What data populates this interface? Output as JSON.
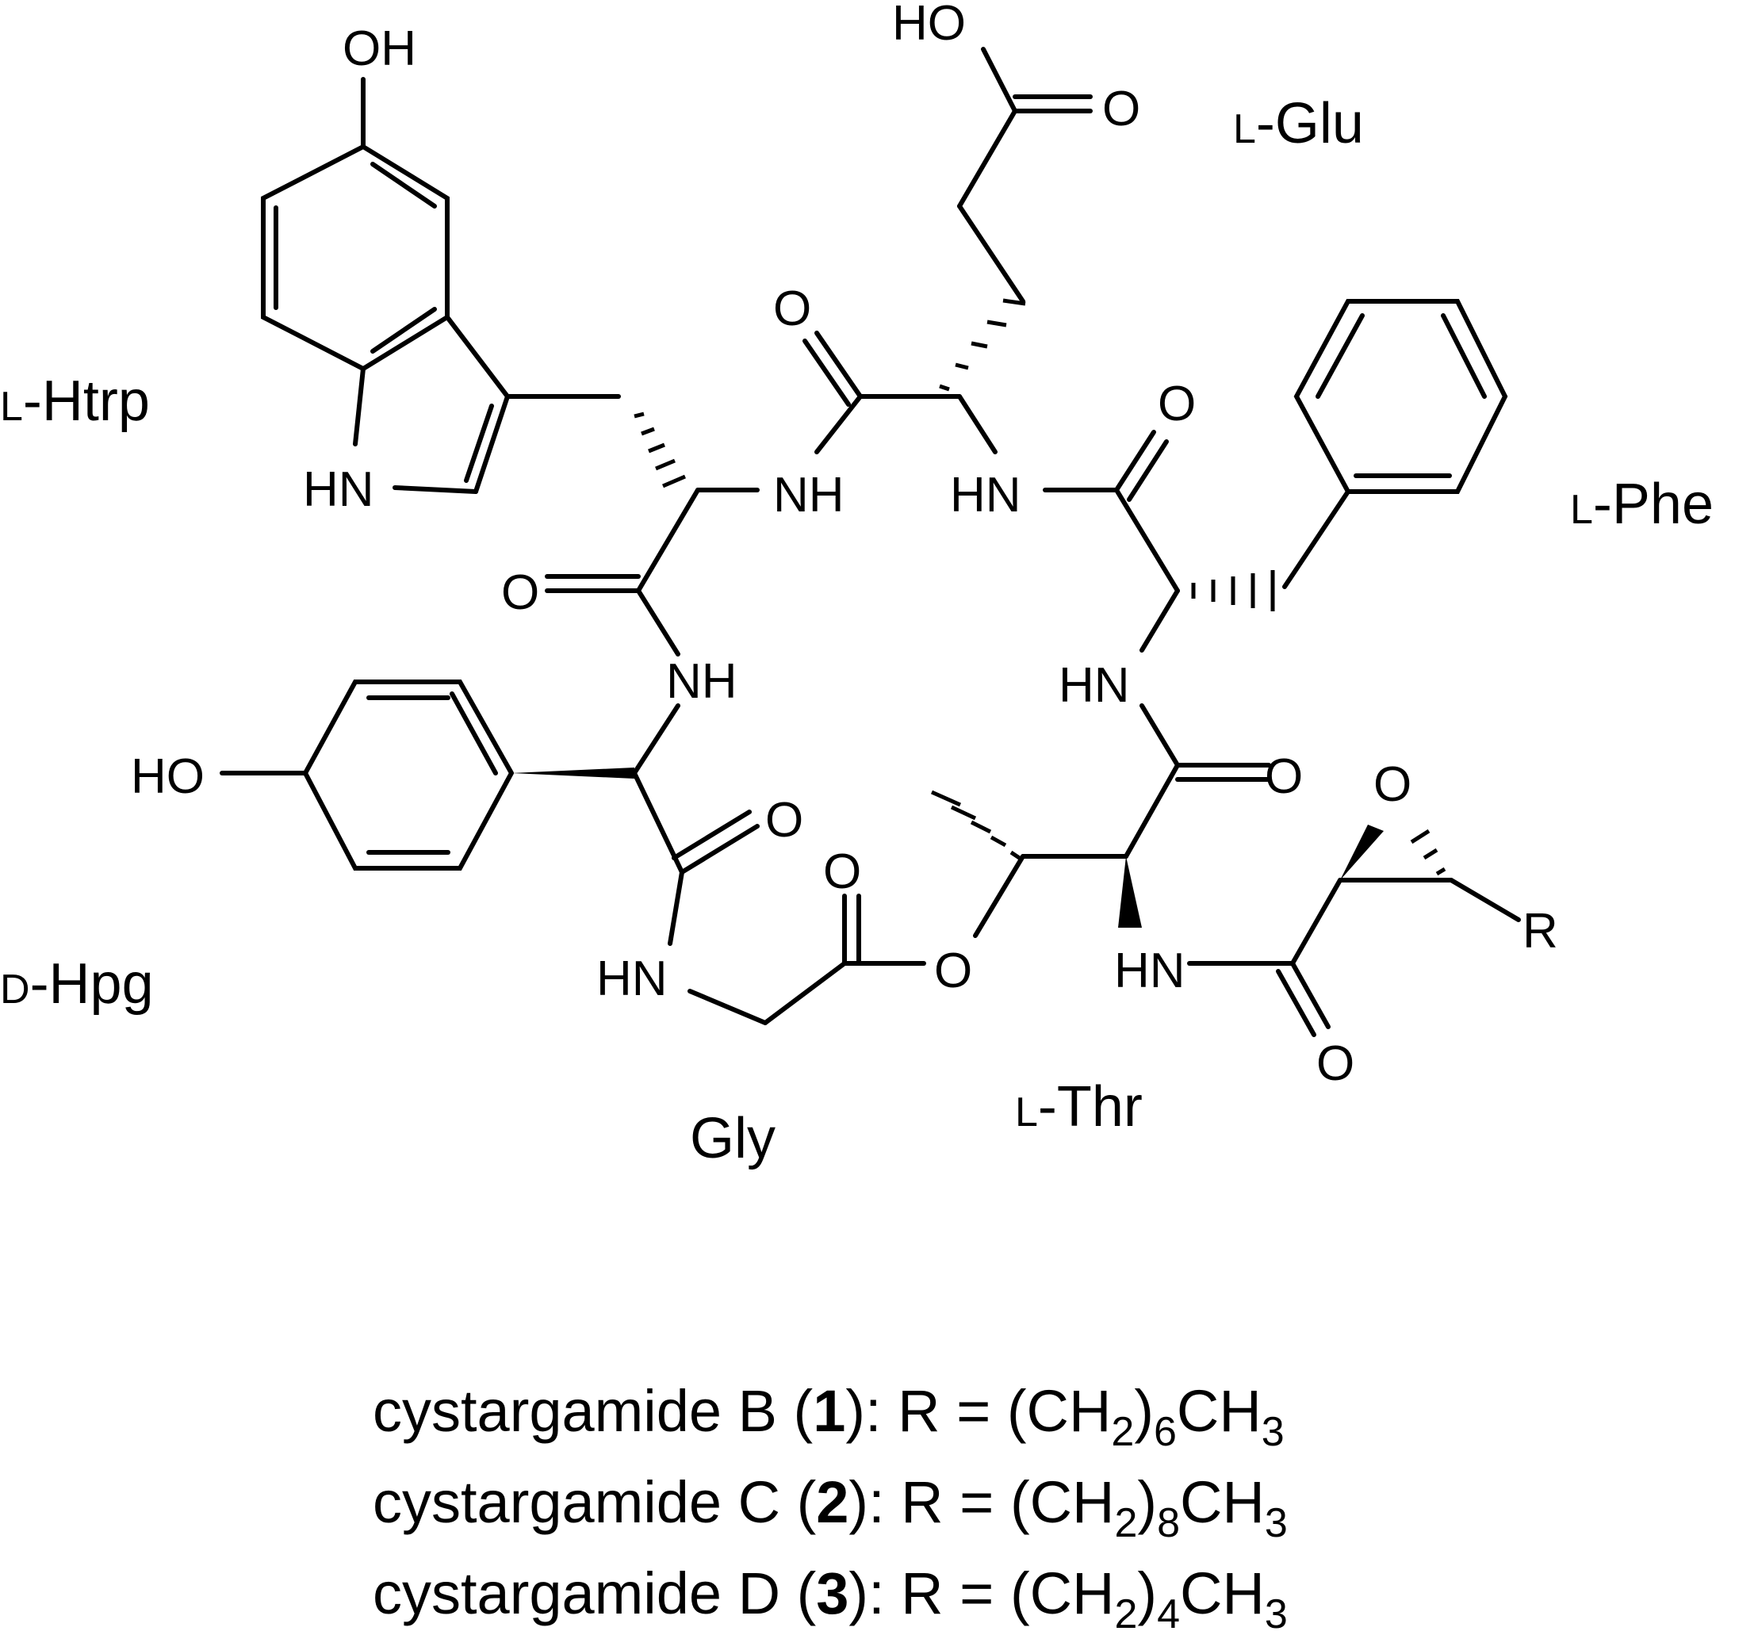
{
  "atoms": {
    "oh_htrp": "OH",
    "hn_indole": "HN",
    "ho_glu": "HO",
    "o_glu_acid": "O",
    "o_glu_amide": "O",
    "nh_htrp": "NH",
    "hn_glu": "HN",
    "o_glu_c": "O",
    "o_htrp_c": "O",
    "nh_hpg": "NH",
    "hn_phe": "HN",
    "o_phe_c": "O",
    "ho_hpg": "HO",
    "o_hpg_c": "O",
    "o_gly_c": "O",
    "hn_gly": "HN",
    "o_ester": "O",
    "hn_thr": "HN",
    "o_epoxide": "O",
    "r_group": "R",
    "o_acyl": "O"
  },
  "residues": {
    "glu_prefix": "L",
    "glu_name": "-Glu",
    "htrp_prefix": "L",
    "htrp_name": "-Htrp",
    "phe_prefix": "L",
    "phe_name": "-Phe",
    "hpg_prefix": "D",
    "hpg_name": "-Hpg",
    "gly_name": "Gly",
    "thr_prefix": "L",
    "thr_name": "-Thr"
  },
  "legend": [
    {
      "name": "cystargamide B (",
      "num": "1",
      "mid": "): R = (CH",
      "s1": "2",
      "paren": ")",
      "s2": "6",
      "end": "CH",
      "s3": "3"
    },
    {
      "name": "cystargamide C (",
      "num": "2",
      "mid": "): R = (CH",
      "s1": "2",
      "paren": ")",
      "s2": "8",
      "end": "CH",
      "s3": "3"
    },
    {
      "name": "cystargamide D (",
      "num": "3",
      "mid": "): R = (CH",
      "s1": "2",
      "paren": ")",
      "s2": "4",
      "end": "CH",
      "s3": "3"
    }
  ]
}
